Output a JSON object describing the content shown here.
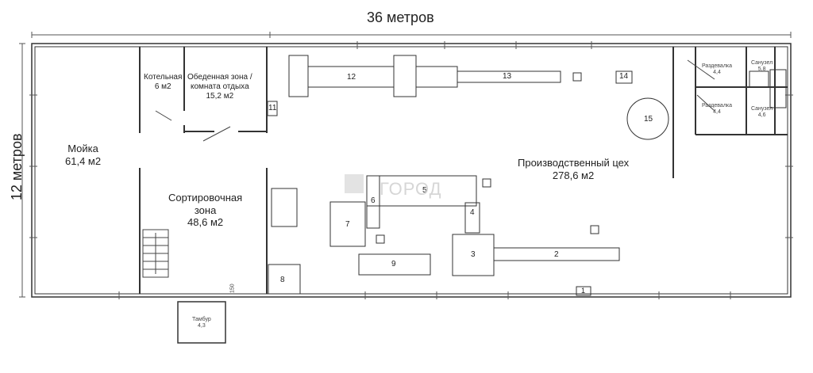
{
  "dimensions": {
    "width": "36 метров",
    "height": "12 метров"
  },
  "rooms": {
    "moika": {
      "name": "Мойка",
      "area": "61,4 м2"
    },
    "kotelnaya": {
      "name": "Котельная",
      "area": "6 м2"
    },
    "obedennaya": {
      "name": "Обеденная зона /",
      "name2": "комната отдыха",
      "area": "15,2 м2"
    },
    "sortirovochnaya": {
      "name": "Сортировочная",
      "name2": "зона",
      "area": "48,6 м2"
    },
    "ceh": {
      "name": "Производственный цех",
      "area": "278,6 м2"
    },
    "razdevalka1": {
      "name": "Раздевалка",
      "area": "4,4"
    },
    "razdevalka2": {
      "name": "Раздевалка",
      "area": "4,4"
    },
    "sanuzel1": {
      "name": "Санузел",
      "area": "5,8"
    },
    "sanuzel2": {
      "name": "Санузел",
      "area": "4,6"
    },
    "tambur": {
      "name": "Тамбур",
      "area": "4,3"
    }
  },
  "equipment": [
    "1",
    "2",
    "3",
    "4",
    "5",
    "6",
    "7",
    "8",
    "9",
    "11",
    "12",
    "13",
    "14",
    "15"
  ],
  "door_note": "150",
  "watermark": "ГОРОД"
}
